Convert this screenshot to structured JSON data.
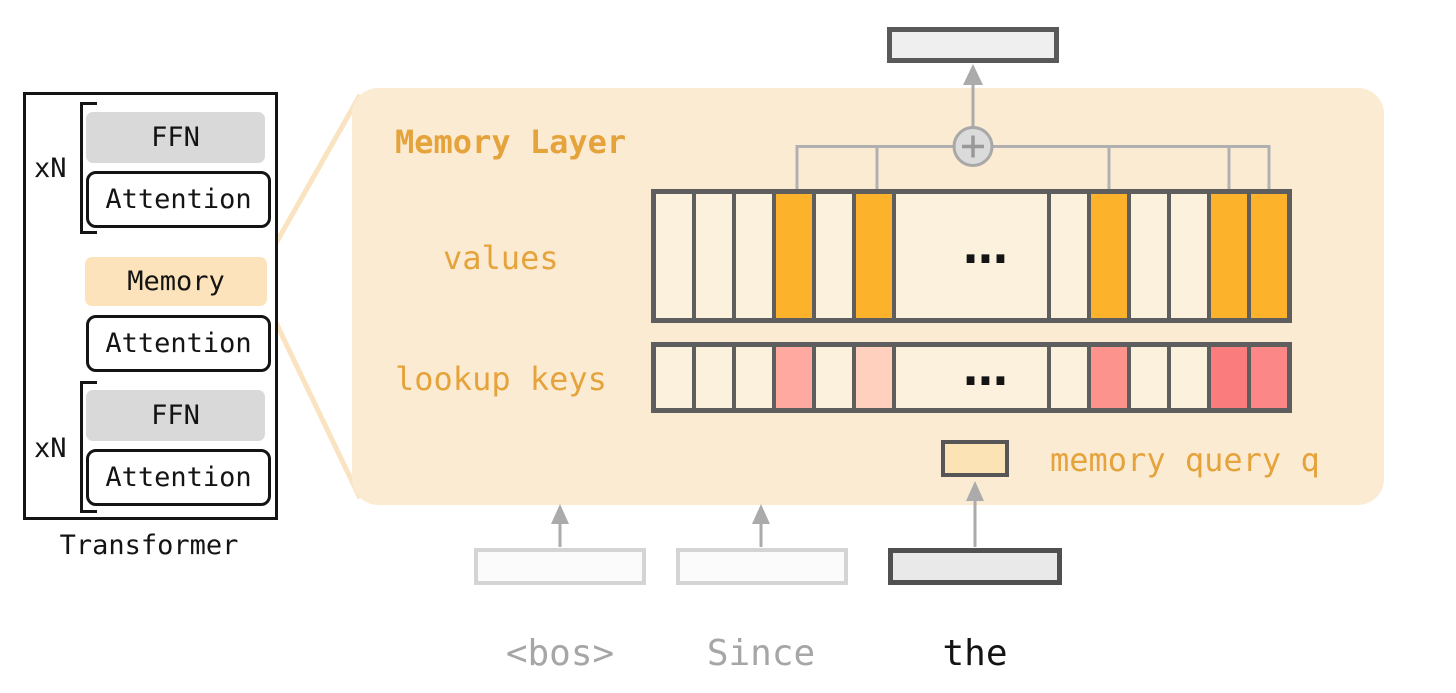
{
  "transformer": {
    "label": "Transformer",
    "xn_top": "xN",
    "xn_bottom": "xN",
    "ffn_top": "FFN",
    "attention_top": "Attention",
    "memory": "Memory",
    "attention_middle": "Attention",
    "ffn_bottom": "FFN",
    "attention_bottom": "Attention"
  },
  "memory_layer": {
    "title": "Memory Layer",
    "values_label": "values",
    "keys_label": "lookup keys",
    "query_label": "memory query q",
    "ellipsis": "...",
    "plus_sign": "+",
    "values_cells": [
      "off",
      "off",
      "off",
      "on",
      "off",
      "on",
      "ellipsis",
      "off",
      "on",
      "off",
      "off",
      "on",
      "on"
    ],
    "key_cells": [
      "off",
      "off",
      "off",
      "match-mid",
      "off",
      "match-low",
      "ellipsis",
      "off",
      "match-high",
      "off",
      "off",
      "match-top",
      "match-top2"
    ]
  },
  "tokens": [
    {
      "text": "<bos>",
      "active": false
    },
    {
      "text": "Since",
      "active": false
    },
    {
      "text": "the",
      "active": true
    }
  ],
  "colors": {
    "panel_bg": "#fcebd3",
    "accent_orange": "#e5a33c",
    "zoom_line": "#f9e3c1",
    "cell_border": "#5e5e5e",
    "cell_off": "#fcf1dd",
    "cell_on": "#fcb22b",
    "match_mid": "#ffa9a1",
    "match_low": "#ffd0be",
    "match_high": "#fd938d",
    "match_top": "#fb7c7c",
    "match_top2": "#fc8787",
    "arrow_gray": "#abABab",
    "ffn_gray": "#d9d9d9",
    "memory_block_bg": "#fce3bb"
  }
}
